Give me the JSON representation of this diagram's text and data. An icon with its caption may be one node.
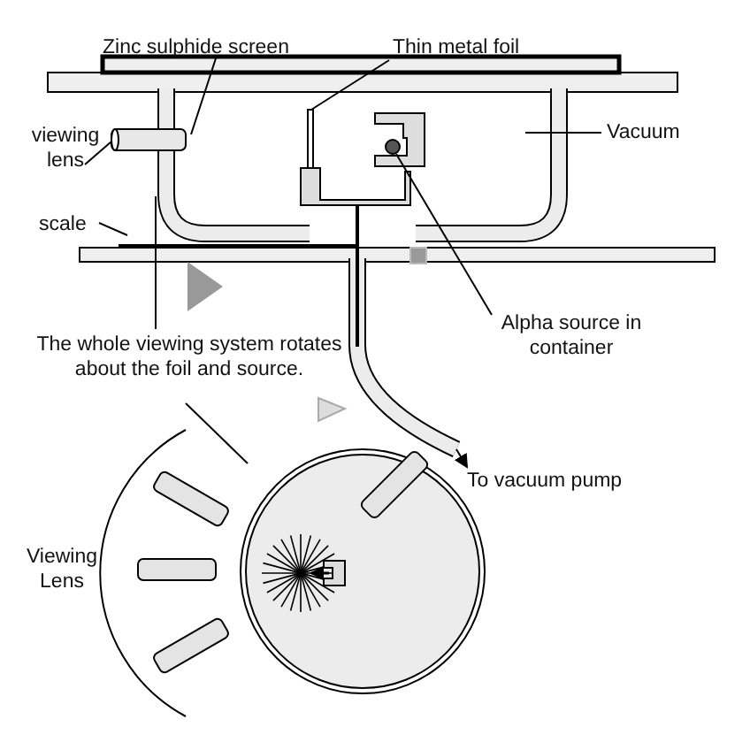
{
  "diagram": {
    "nodes": [
      {
        "text": [
          "Zinc sulphide screen"
        ]
      },
      {
        "text": [
          "Thin metal foil"
        ]
      },
      {
        "text": [],
        "shape": "bar"
      },
      {
        "text": [
          "viewing lens"
        ]
      },
      {
        "text": [],
        "shape": "cylinder"
      },
      {
        "text": [
          "Vacuum"
        ]
      },
      {
        "text": [
          "scale"
        ]
      },
      {
        "text": [
          "The whole viewing system rotates about the foil and source."
        ]
      },
      {
        "text": [
          "Alpha source in container"
        ]
      },
      {
        "text": [],
        "shape": "circle"
      },
      {
        "text": [
          "To vacuum pump"
        ]
      }
    ],
    "edges": [
      {
        "from": 0,
        "to": 4,
        "arrow": "none"
      },
      {
        "from": 1,
        "to": 2,
        "arrow": "none"
      },
      {
        "from": 3,
        "to": 4,
        "arrow": "none"
      },
      {
        "from": 5,
        "to": null,
        "arrow": "none"
      },
      {
        "from": 6,
        "to": null,
        "arrow": "none"
      },
      {
        "from": 7,
        "to": null,
        "arrow": "none"
      },
      {
        "from": 8,
        "to": 9,
        "arrow": "none"
      },
      {
        "from": null,
        "to": 10,
        "arrow": "to"
      }
    ],
    "labels": [
      "Viewing Lens"
    ]
  }
}
